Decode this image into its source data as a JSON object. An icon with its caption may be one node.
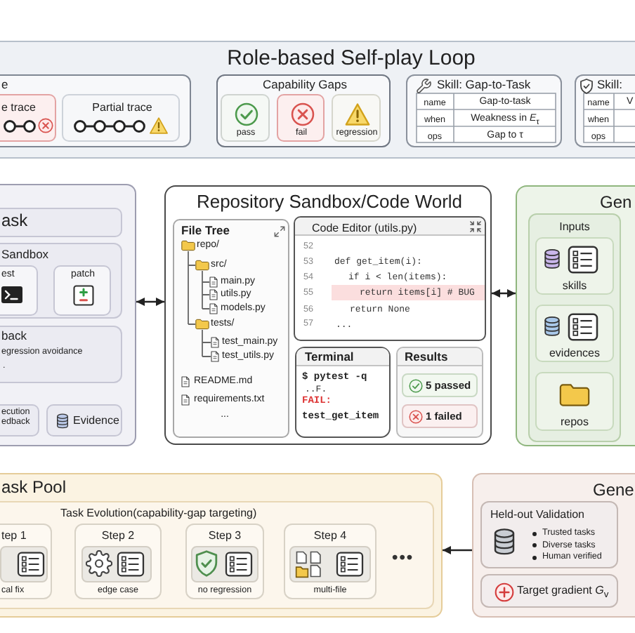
{
  "diagram": {
    "nodes": [
      {
        "text": [
          "Role-based Self-play Loop"
        ]
      },
      {
        "text": [
          "e"
        ],
        "in": 0
      },
      {
        "text": [
          "e trace"
        ],
        "in": 1
      },
      {
        "text": [
          "Partial trace"
        ],
        "in": 1
      },
      {
        "text": [
          "Capability Gaps"
        ],
        "in": 0
      },
      {
        "text": [
          "pass"
        ],
        "in": 4
      },
      {
        "text": [
          "fail"
        ],
        "in": 4
      },
      {
        "text": [
          "regression"
        ],
        "in": 4
      },
      {
        "text": [
          "Skill: Gap-to-Task",
          "name",
          "Gap-to-task",
          "when",
          "Weakness in *E*$_{τ}$",
          "ops",
          "Gap to τ"
        ],
        "in": 0
      },
      {
        "text": [
          "Skill:",
          "name",
          "V",
          "when",
          "ops"
        ],
        "in": 0
      },
      {
        "text": [],
        "shape": "box"
      },
      {
        "text": [
          "ask"
        ],
        "in": 10
      },
      {
        "text": [
          "Sandbox"
        ],
        "in": 10
      },
      {
        "text": [
          "est"
        ],
        "in": 12
      },
      {
        "text": [
          "patch"
        ],
        "in": 12
      },
      {
        "text": [
          "back",
          "egression avoidance",
          "."
        ],
        "in": 10
      },
      {
        "text": [
          "ecution edback"
        ],
        "in": 10
      },
      {
        "text": [
          "Evidence"
        ],
        "in": 10
      },
      {
        "text": [
          "Repository Sandbox/Code World"
        ]
      },
      {
        "text": [
          "File Tree",
          "repo/",
          "src/",
          "main.py",
          "utils.py",
          "models.py",
          "tests/",
          "test_main.py",
          "test_utils.py",
          "README.md",
          "requirements.txt",
          "..."
        ],
        "in": 18
      },
      {
        "text": [
          "Code Editor (utils.py)",
          "52",
          "53",
          "def get_item(i):",
          "54",
          "if i < len(items):",
          "55",
          "return items[i] # BUG",
          "56",
          "return None",
          "57",
          "..."
        ],
        "in": 18
      },
      {
        "text": [
          "Terminal",
          "$ pytest -q",
          "..F.",
          "FAIL:",
          "test_get_item"
        ],
        "in": 18
      },
      {
        "text": [
          "Results"
        ],
        "in": 18
      },
      {
        "text": [
          "5 passed"
        ],
        "in": 22
      },
      {
        "text": [
          "1 failed"
        ],
        "in": 22
      },
      {
        "text": [
          "Gen"
        ]
      },
      {
        "text": [
          "Inputs"
        ],
        "in": 25
      },
      {
        "text": [
          "skills"
        ],
        "in": 26
      },
      {
        "text": [
          "evidences"
        ],
        "in": 26
      },
      {
        "text": [
          "repos"
        ],
        "in": 26
      },
      {
        "text": [
          "ask Pool"
        ]
      },
      {
        "text": [
          "Task Evolution(capability-gap targeting)"
        ],
        "in": 30
      },
      {
        "text": [
          "tep 1",
          "cal fix"
        ],
        "in": 31
      },
      {
        "text": [
          "Step 2",
          "edge case"
        ],
        "in": 31
      },
      {
        "text": [
          "Step 3",
          "no regression"
        ],
        "in": 31
      },
      {
        "text": [
          "Step 4",
          "multi-file"
        ],
        "in": 31
      },
      {
        "text": [
          "Gene"
        ]
      },
      {
        "text": [
          "Held-out Validation",
          "Trusted tasks",
          "Diverse tasks",
          "Human verified"
        ],
        "in": 36
      },
      {
        "text": [
          "Target gradient *G*$_{v}$"
        ],
        "in": 36
      }
    ],
    "edges": [
      {
        "from": 10,
        "to": 18,
        "arrow": "both"
      },
      {
        "from": 18,
        "to": 25,
        "arrow": "both"
      },
      {
        "from": 36,
        "to": 30,
        "arrow": "to"
      }
    ],
    "labels": [
      "•••"
    ]
  }
}
